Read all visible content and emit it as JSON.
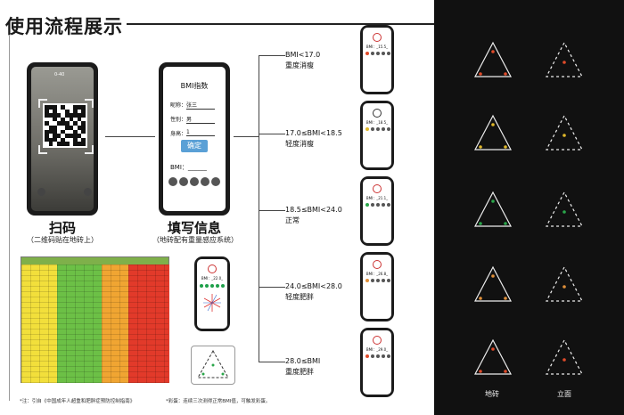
{
  "page": {
    "title": "使用流程展示"
  },
  "scan": {
    "caption": "扫码",
    "sub": "（二维码贴在地砖上）",
    "time": "0-40"
  },
  "form": {
    "screen_title": "BMI指数",
    "fields": [
      {
        "label": "昵称：",
        "value": "张三"
      },
      {
        "label": "性别：",
        "value": "男"
      },
      {
        "label": "身高：",
        "value": "1"
      }
    ],
    "confirm": "确定",
    "bmi_label": "BMI：______",
    "caption": "填写信息",
    "sub": "（地砖配有重量感应系统）"
  },
  "ranges": [
    {
      "range": "BMI<17.0",
      "label": "重度消瘦",
      "mini": "BMI：_15.5_",
      "color": "#e04b2a"
    },
    {
      "range": "17.0≤BMI<18.5",
      "label": "轻度消瘦",
      "mini": "BMI：_18.5_",
      "color": "#e0b82a"
    },
    {
      "range": "18.5≤BMI<24.0",
      "label": "正常",
      "mini": "BMI：_21.1_",
      "color": "#2aa64a"
    },
    {
      "range": "24.0≤BMI<28.0",
      "label": "轻度肥胖",
      "mini": "BMI：_26.8_",
      "color": "#e0903a"
    },
    {
      "range": "28.0≤BMI",
      "label": "重度肥胖",
      "mini": "BMI：_29.0_",
      "color": "#e04b2a"
    }
  ],
  "result": {
    "mini": "BMI：_22.0_"
  },
  "dark": {
    "floor": "地砖",
    "wall": "立面"
  },
  "footnotes": {
    "left": "*注：引自《中国成年人超重和肥胖症预防控制指南》",
    "right": "*彩蛋：连续三次测得正常BMI值，可触发彩蛋。"
  }
}
